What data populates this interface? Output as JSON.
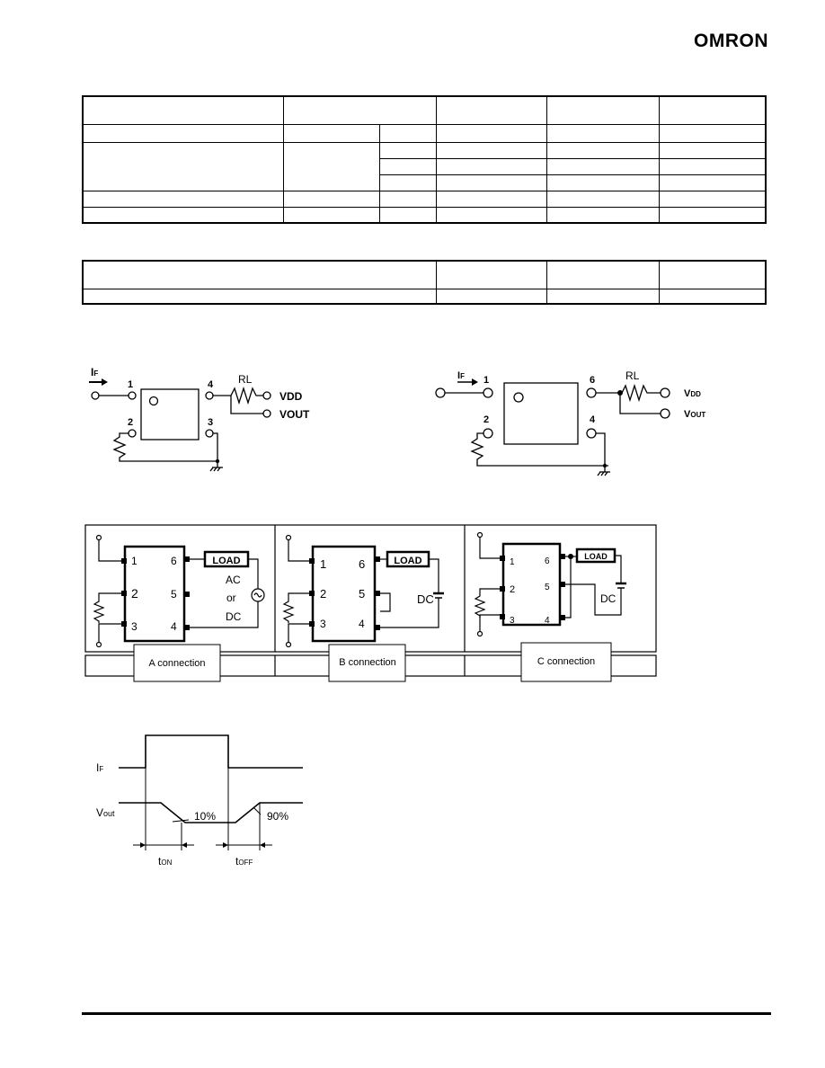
{
  "header": {
    "logo_text": "OMRON"
  },
  "circuit1": {
    "if_label": "I",
    "if_sub": "F",
    "pins": [
      "1",
      "2",
      "4",
      "3"
    ],
    "rl_label": "RL",
    "vdd_label": "VDD",
    "vout_label": "VOUT"
  },
  "circuit2": {
    "if_label": "I",
    "if_sub": "F",
    "pins": [
      "1",
      "2",
      "6",
      "4"
    ],
    "rl_label": "RL",
    "vdd_label": "V",
    "vdd_sub": "DD",
    "vout_label": "V",
    "vout_sub": "OUT"
  },
  "connections": {
    "load_label": "LOAD",
    "a": {
      "pins": [
        "1",
        "2",
        "3",
        "6",
        "5",
        "4"
      ],
      "supply": [
        "AC",
        "or",
        "DC"
      ],
      "label": "A connection"
    },
    "b": {
      "pins": [
        "1",
        "2",
        "3",
        "6",
        "5",
        "4"
      ],
      "supply": "DC",
      "label": "B connection"
    },
    "c": {
      "pins": [
        "1",
        "2",
        "3",
        "6",
        "5",
        "4"
      ],
      "supply": "DC",
      "label": "C connection"
    }
  },
  "timing": {
    "if_label": "I",
    "if_sub": "F",
    "vout_label": "V",
    "vout_sub": "out",
    "pct_low": "10%",
    "pct_high": "90%",
    "ton": "t",
    "ton_sub": "ON",
    "toff": "t",
    "toff_sub": "OFF"
  }
}
